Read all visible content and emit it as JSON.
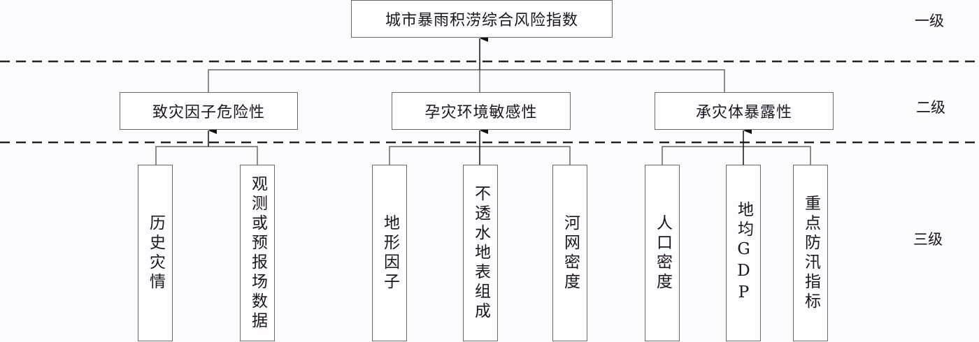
{
  "root": {
    "label": "城市暴雨积涝综合风险指数"
  },
  "levels": [
    {
      "label": "一级"
    },
    {
      "label": "二级"
    },
    {
      "label": "三级"
    }
  ],
  "groups": [
    {
      "label": "致灾因子危险性",
      "children": [
        {
          "label": "历史灾情"
        },
        {
          "label": "观测或预报场数据"
        }
      ]
    },
    {
      "label": "孕灾环境敏感性",
      "children": [
        {
          "label": "地形因子"
        },
        {
          "label": "不透水地表组成"
        },
        {
          "label": "河网密度"
        }
      ]
    },
    {
      "label": "承灾体暴露性",
      "children": [
        {
          "label": "人口密度"
        },
        {
          "label": "地均GDP"
        },
        {
          "label": "重点防汛指标"
        }
      ]
    }
  ]
}
